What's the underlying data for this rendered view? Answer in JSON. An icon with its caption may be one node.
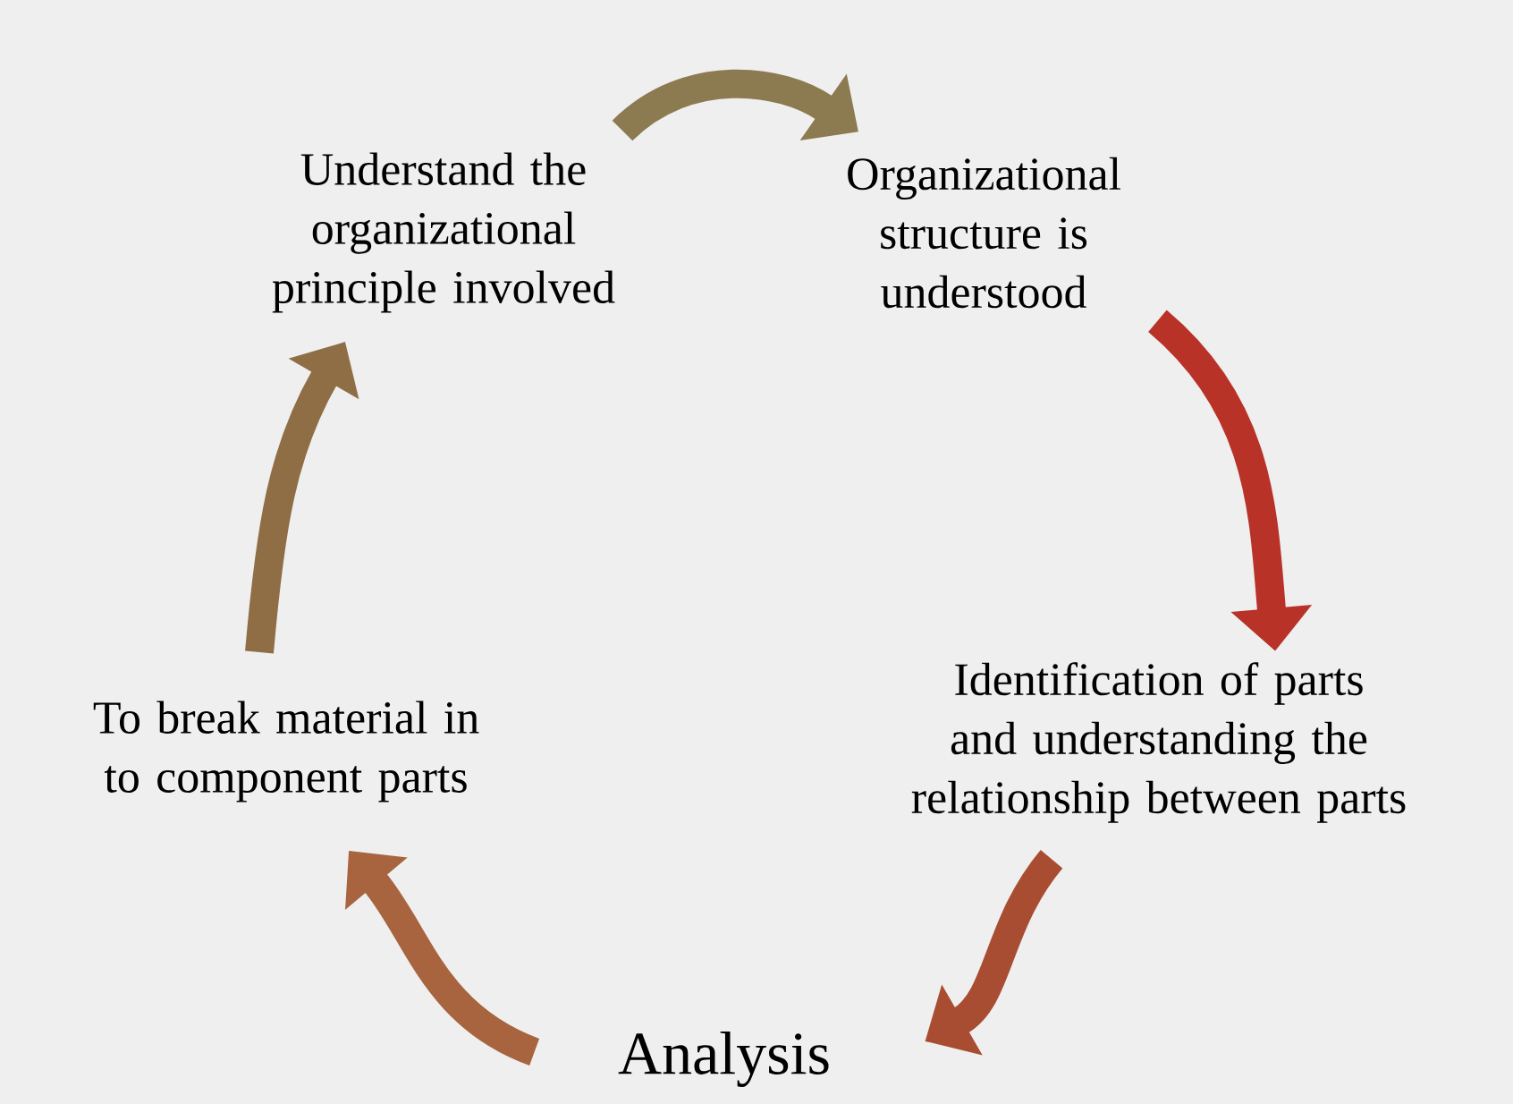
{
  "diagram": {
    "nodes": [
      {
        "text": [
          "Analysis"
        ]
      },
      {
        "text": [
          "To break material in to component parts"
        ]
      },
      {
        "text": [
          "Understand the organizational principle involved"
        ]
      },
      {
        "text": [
          "Organizational structure is understood"
        ]
      },
      {
        "text": [
          "Identification of parts and understanding the relationship between parts"
        ]
      }
    ],
    "edges": [
      {
        "from": 0,
        "to": 1,
        "arrow": "to",
        "color": "#a8643e"
      },
      {
        "from": 1,
        "to": 2,
        "arrow": "to",
        "color": "#8f6e45"
      },
      {
        "from": 2,
        "to": 3,
        "arrow": "to",
        "color": "#8c7a50"
      },
      {
        "from": 3,
        "to": 4,
        "arrow": "to",
        "color": "#b83228"
      },
      {
        "from": 4,
        "to": 0,
        "arrow": "to",
        "color": "#a84d32"
      }
    ]
  }
}
